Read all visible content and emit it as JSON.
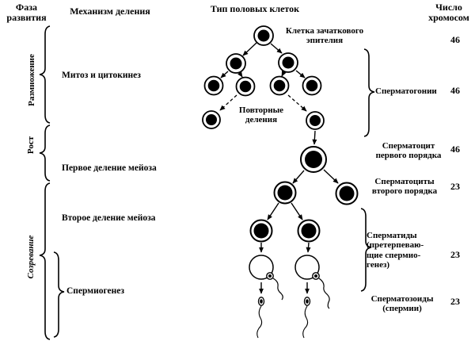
{
  "headers": {
    "phase": "Фаза\nразвития",
    "mechanism": "Механизм деления",
    "cell_type": "Тип половых клеток",
    "chromosomes": "Число\nхромосом"
  },
  "phases": [
    {
      "label": "Размножение"
    },
    {
      "label": "Рост"
    },
    {
      "label": "Созревание"
    }
  ],
  "mechanisms": [
    "Митоз и цитокинез",
    "Первое деление мейоза",
    "Второе деление мейоза",
    "Спермиогенез"
  ],
  "diagram_labels": {
    "germinal_cell": "Клетка зачаткового\nэпителия",
    "repeated_divisions": "Повторные\nделения"
  },
  "stages": [
    {
      "label": "",
      "chromosomes": "46"
    },
    {
      "label": "Сперматогонии",
      "chromosomes": "46"
    },
    {
      "label": "Сперматоцит\nпервого порядка",
      "chromosomes": "46"
    },
    {
      "label": "Сперматоциты\nвторого порядка",
      "chromosomes": "23"
    },
    {
      "label": "Сперматиды\n(претерпеваю-\nщие спермио-\nгенез)",
      "chromosomes": "23"
    },
    {
      "label": "Сперматозоиды\n(спермии)",
      "chromosomes": "23"
    }
  ],
  "colors": {
    "ink": "#000000",
    "background": "#ffffff"
  }
}
